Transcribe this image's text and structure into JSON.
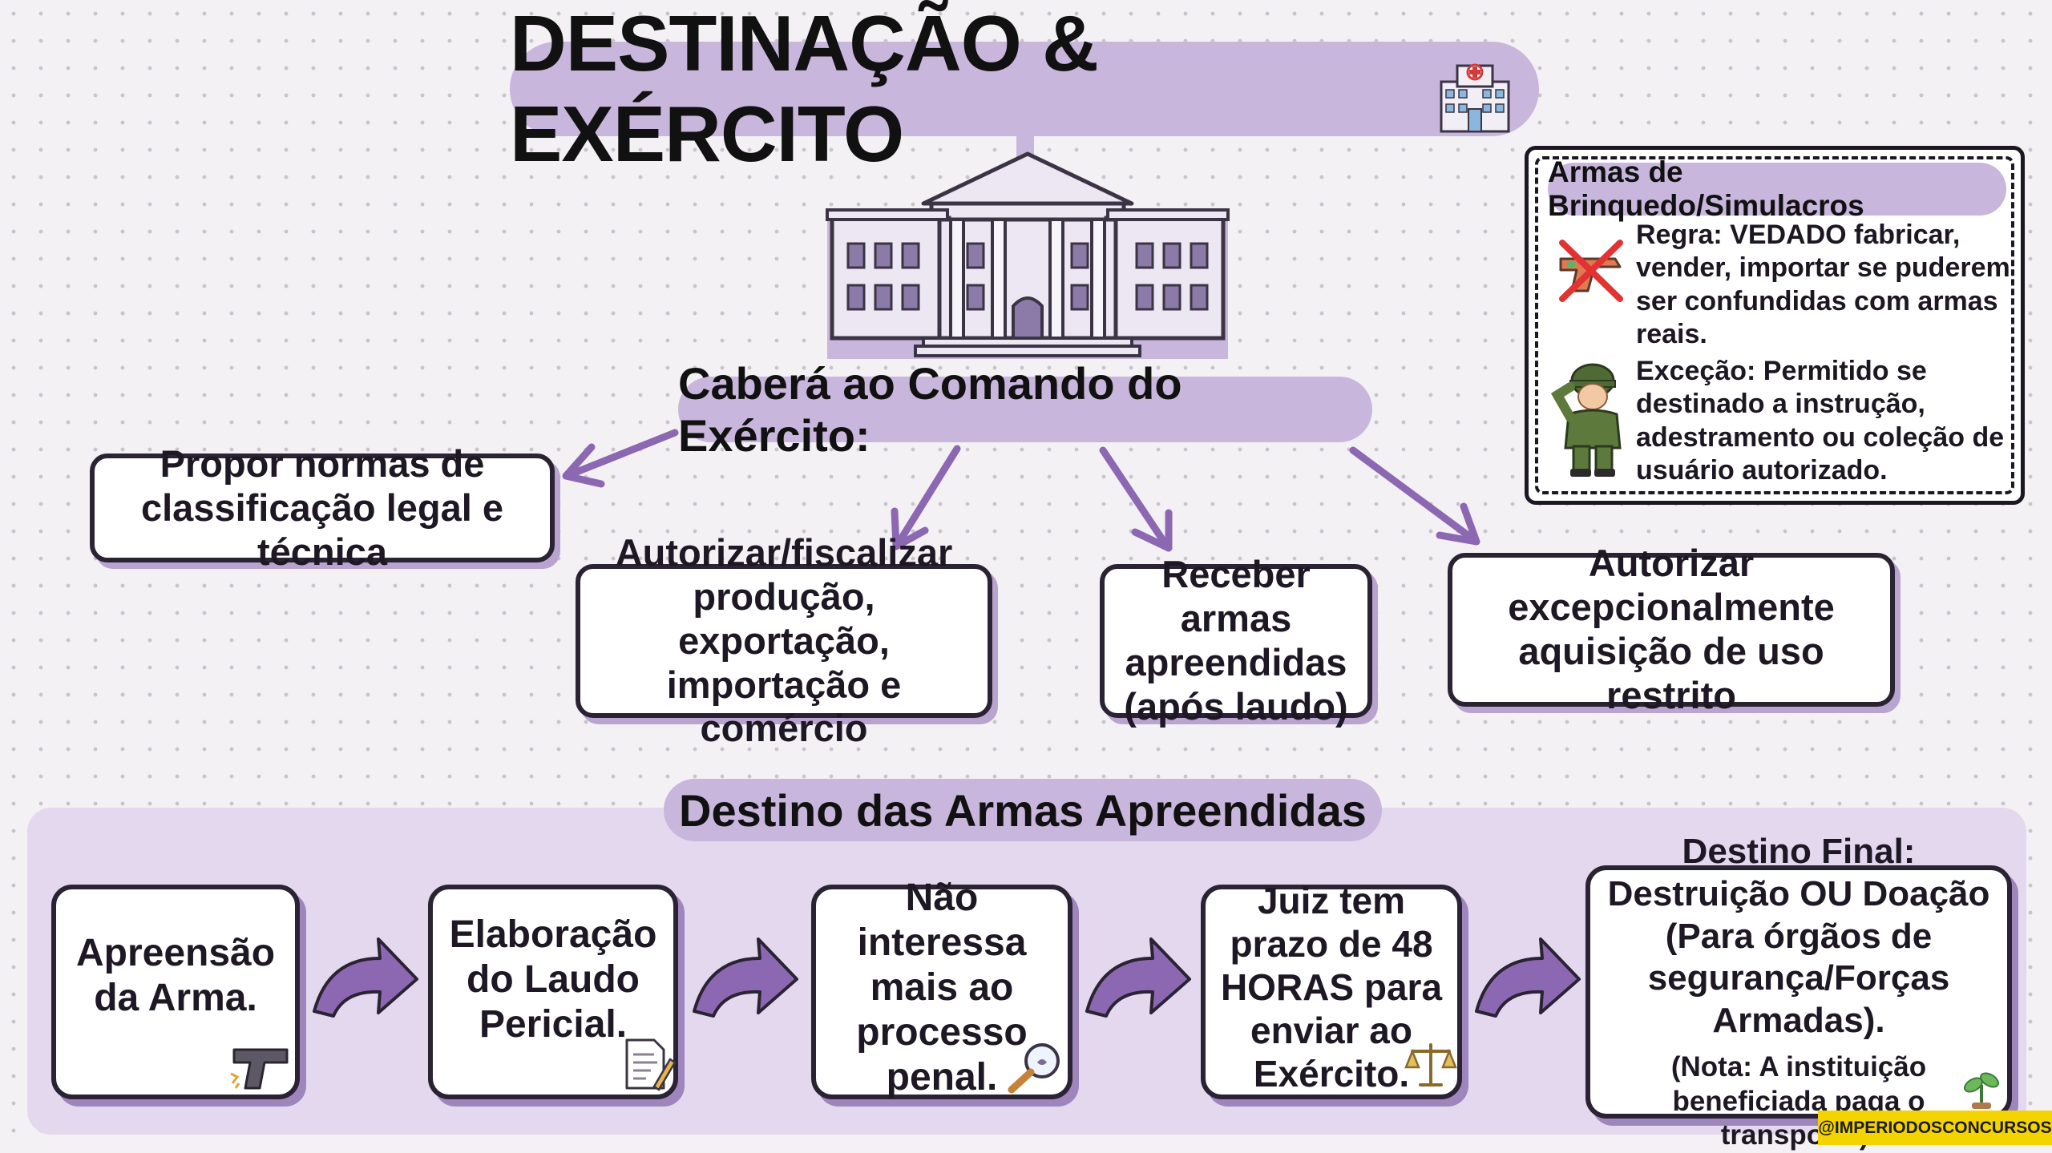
{
  "title": "DESTINAÇÃO & EXÉRCITO",
  "subtitle": "Caberá ao Comando do Exército:",
  "duties": [
    "Propor normas de classificação legal e técnica",
    "Autorizar/fiscalizar produção, exportação, importação e comércio",
    "Receber armas apreendidas (após laudo)",
    "Autorizar excepcionalmente aquisição de uso restrito"
  ],
  "toy_box": {
    "heading": "Armas de Brinquedo/Simulacros",
    "rule": "Regra: VEDADO fabricar, vender, importar se puderem ser confundidas com armas reais.",
    "exception": "Exceção: Permitido se destinado a instrução, adestramento ou coleção de usuário autorizado."
  },
  "destino": {
    "heading": "Destino das Armas Apreendidas",
    "steps": [
      "Apreensão da Arma.",
      "Elaboração do Laudo Pericial.",
      "Não interessa mais ao processo penal.",
      "Juiz tem prazo de 48 HORAS para enviar ao Exército.",
      "Destino Final: Destruição OU Doação (Para órgãos de segurança/Forças Armadas)."
    ],
    "note": "(Nota: A instituição beneficiada paga o transporte)."
  },
  "watermark": "@IMPERIODOSCONCURSOS",
  "icons": [
    "hospital-icon",
    "government-building-icon",
    "crossed-toy-gun-icon",
    "saluting-soldier-icon",
    "pistol-icon",
    "document-pen-icon",
    "magnifier-icon",
    "scales-icon",
    "plant-icon",
    "curved-arrow-icon"
  ],
  "colors": {
    "lavender": "#c9b6dc",
    "panel": "#e3d8ee",
    "arrow": "#8c68b3",
    "outline": "#2a2333",
    "watermark": "#f3d400"
  }
}
